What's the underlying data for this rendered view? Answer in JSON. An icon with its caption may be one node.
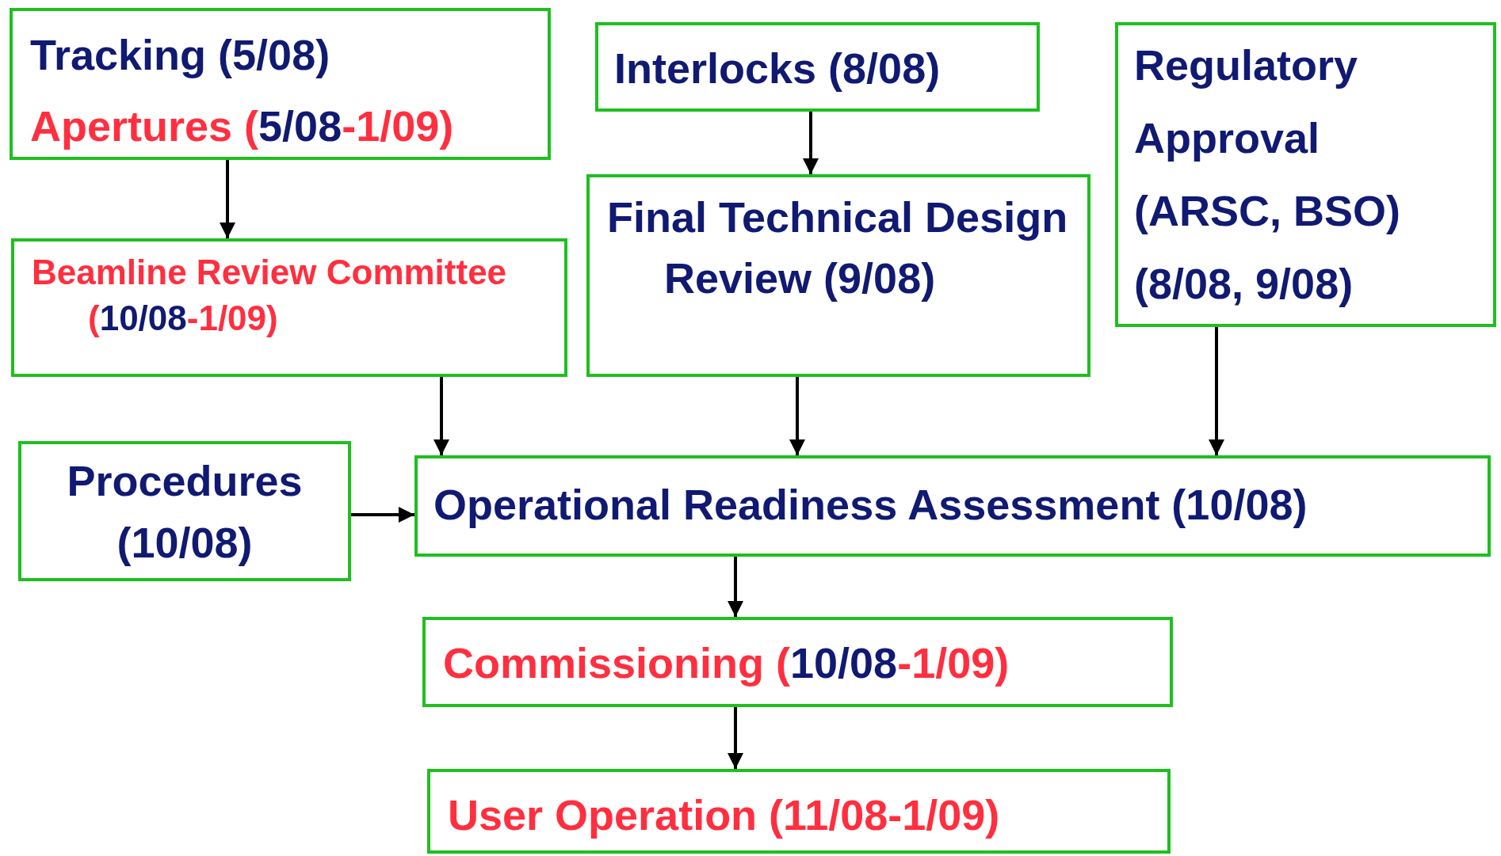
{
  "diagram": {
    "nodes": [
      {
        "text": [
          "Tracking (5/08)",
          "Apertures (5/08-1/09)"
        ]
      },
      {
        "text": [
          "Interlocks (8/08)"
        ]
      },
      {
        "text": [
          "Regulatory Approval (ARSC, BSO) (8/08, 9/08)"
        ]
      },
      {
        "text": [
          "Beamline Review Committee (10/08-1/09)"
        ]
      },
      {
        "text": [
          "Final Technical Design Review (9/08)"
        ]
      },
      {
        "text": [
          "Procedures (10/08)"
        ]
      },
      {
        "text": [
          "Operational Readiness Assessment (10/08)"
        ]
      },
      {
        "text": [
          "Commissioning (10/08-1/09)"
        ]
      },
      {
        "text": [
          "User Operation (11/08-1/09)"
        ]
      }
    ],
    "edges": [
      {
        "from": 0,
        "to": 3,
        "arrow": "to"
      },
      {
        "from": 1,
        "to": 4,
        "arrow": "to"
      },
      {
        "from": 3,
        "to": 6,
        "arrow": "to"
      },
      {
        "from": 4,
        "to": 6,
        "arrow": "to"
      },
      {
        "from": 2,
        "to": 6,
        "arrow": "to"
      },
      {
        "from": 5,
        "to": 6,
        "arrow": "to"
      },
      {
        "from": 6,
        "to": 7,
        "arrow": "to"
      },
      {
        "from": 7,
        "to": 8,
        "arrow": "to"
      }
    ]
  }
}
